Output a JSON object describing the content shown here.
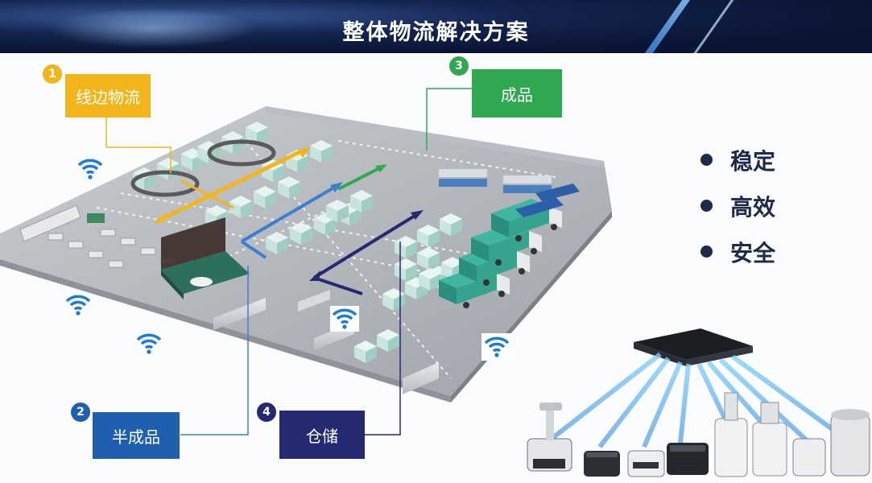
{
  "header": {
    "title": "整体物流解决方案"
  },
  "callouts": [
    {
      "number": "1",
      "label": "线边物流"
    },
    {
      "number": "2",
      "label": "半成品"
    },
    {
      "number": "3",
      "label": "成品"
    },
    {
      "number": "4",
      "label": "仓储"
    }
  ],
  "bullets": [
    "稳定",
    "高效",
    "安全"
  ],
  "colors": {
    "callout_1": "#f2b51b",
    "callout_2": "#1f5fad",
    "callout_3": "#2fa94f",
    "callout_4": "#242a72",
    "banner": "#0c1a40",
    "bullet_text": "#1d2a4a"
  },
  "icons": [
    "wifi-icon",
    "server-icon",
    "robot-icon",
    "truck-icon"
  ]
}
